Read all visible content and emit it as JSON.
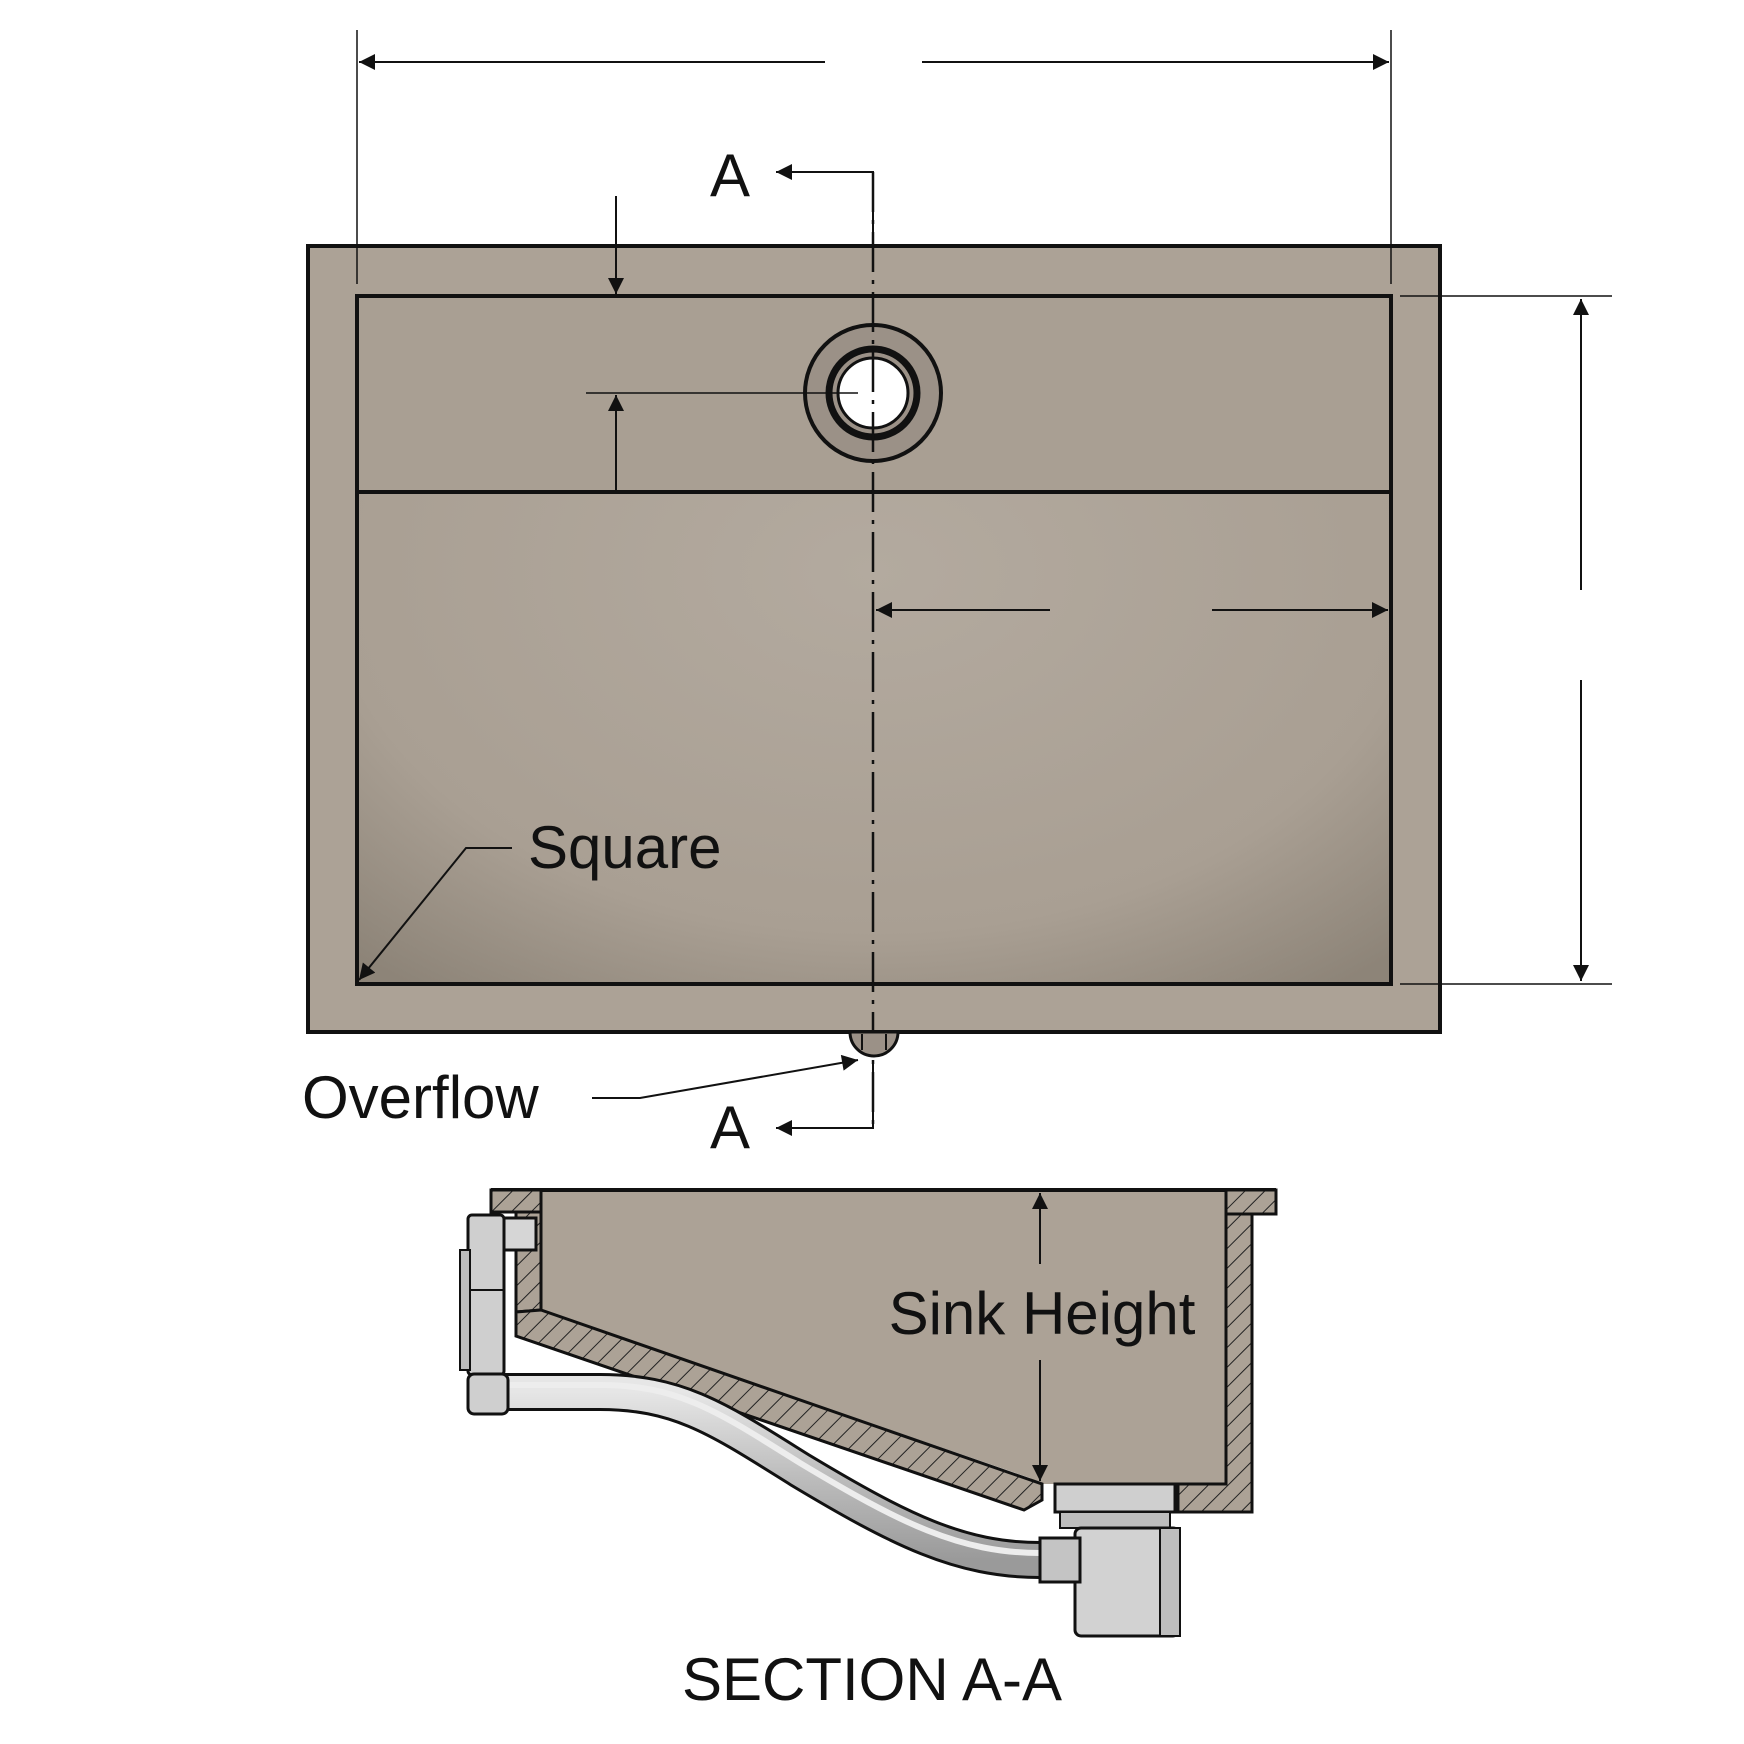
{
  "labels": {
    "section_top": "A",
    "section_bottom": "A",
    "corner": "Square",
    "overflow": "Overflow",
    "sink_height": "Sink Height",
    "section_title": "SECTION A-A"
  },
  "colors": {
    "sink_surface": "#aca296",
    "sink_surface_light": "#b2a99d",
    "sink_shadow": "#8e857a",
    "pipe": "#cfcfcf",
    "line": "#111111"
  }
}
